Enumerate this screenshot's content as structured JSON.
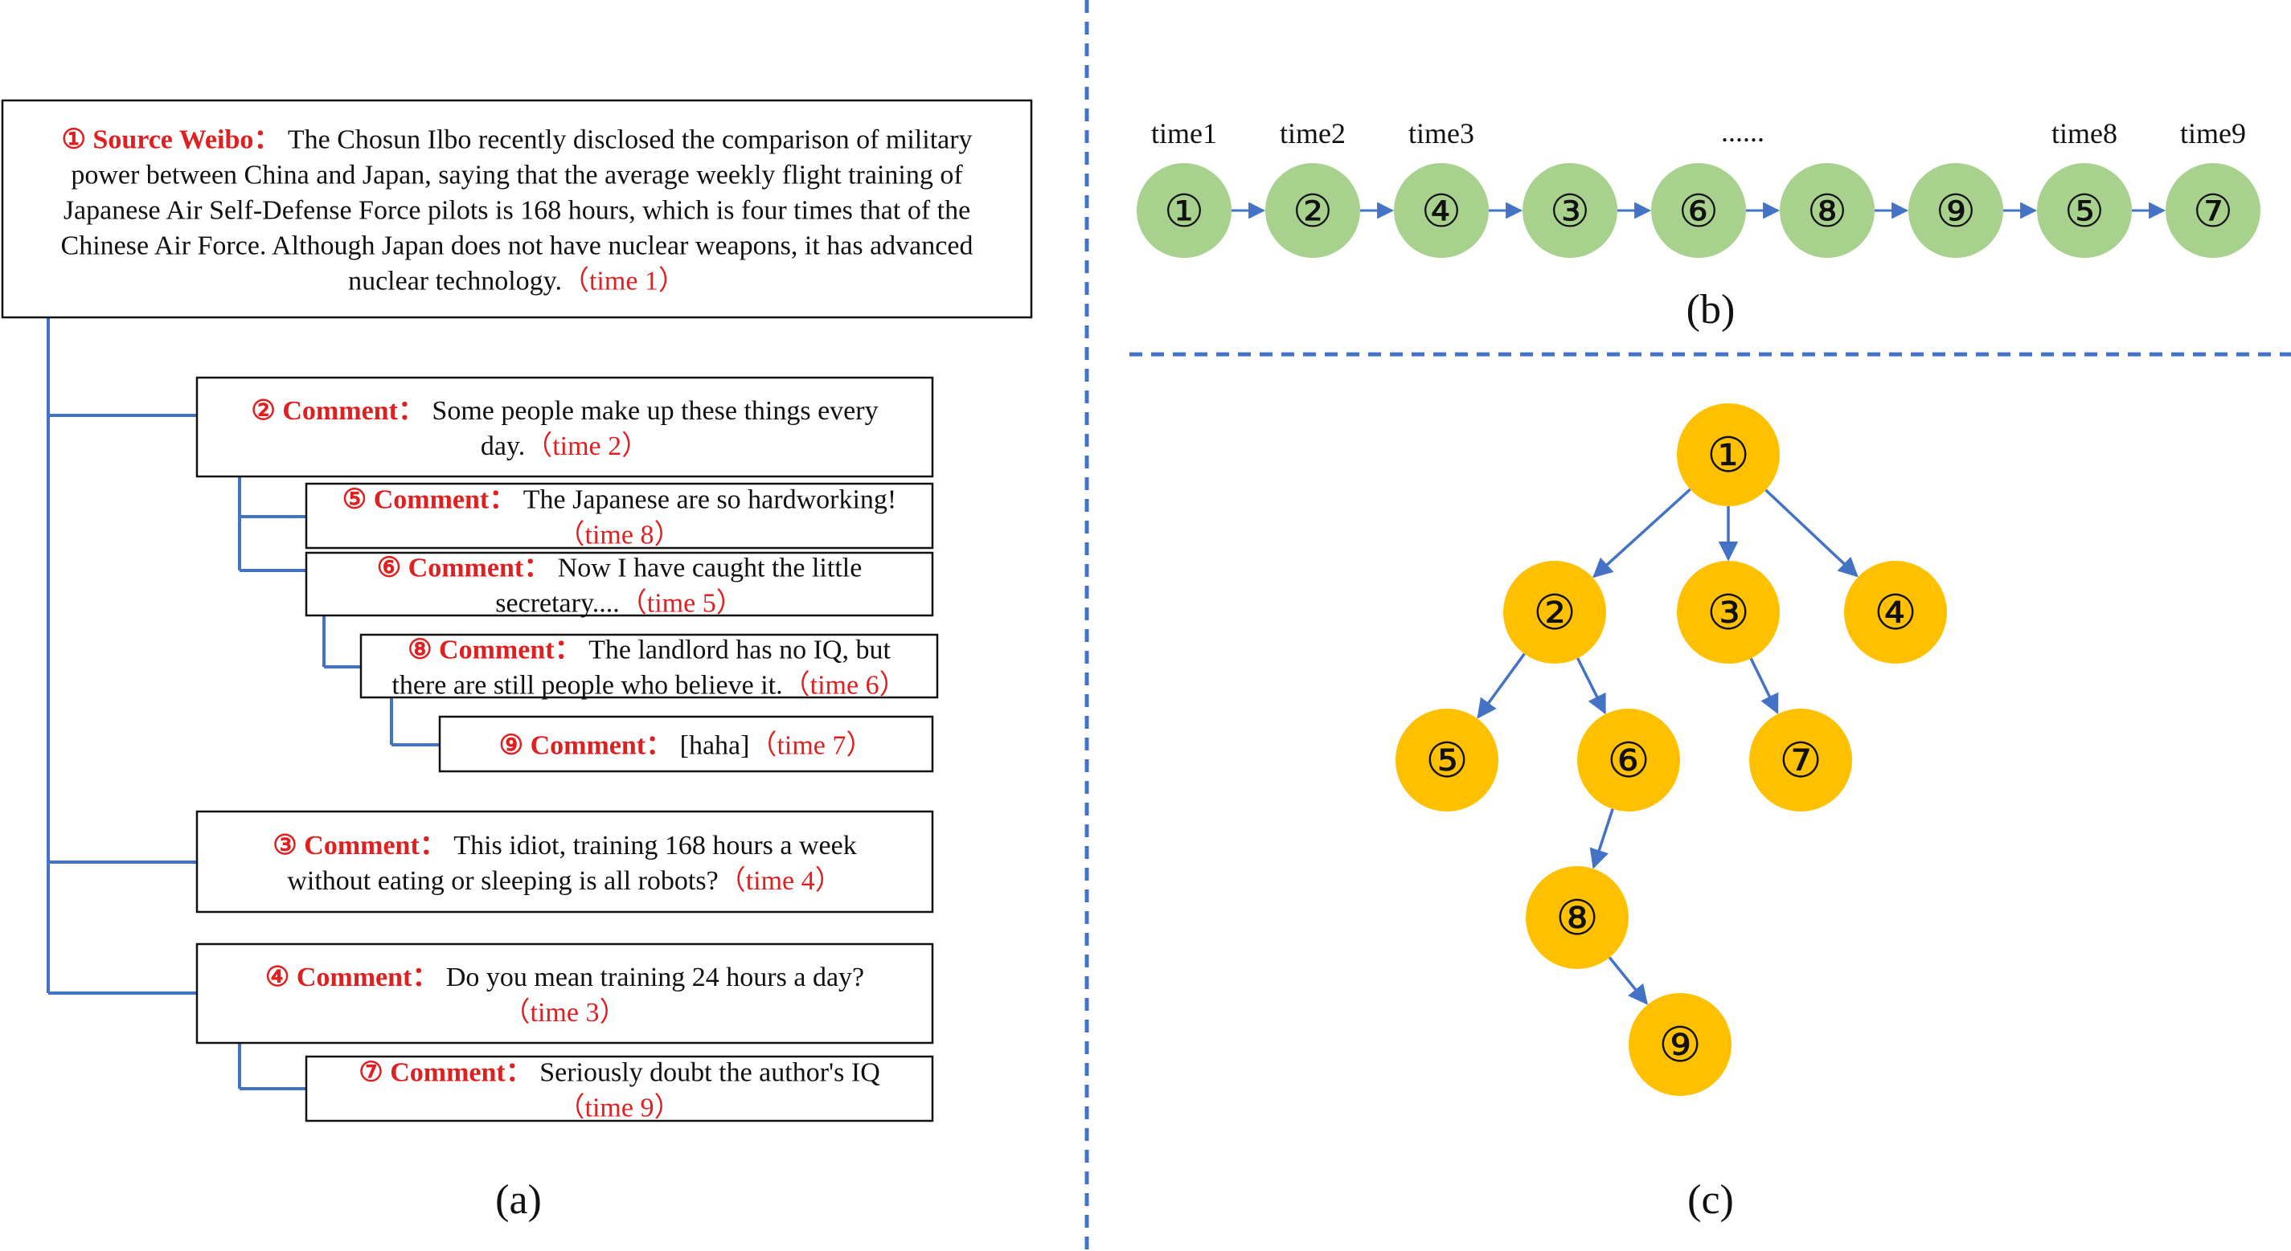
{
  "colors": {
    "line_blue": "#4472C4",
    "label_red": "#E02020",
    "green_node": "#A9D18E",
    "gold_node": "#FFC000",
    "text": "#111111"
  },
  "panel_a": {
    "caption": "(a)",
    "posts": [
      {
        "id": "1",
        "marker": "①",
        "label": "Source Weibo：",
        "lines": [
          "The Chosun Ilbo recently disclosed the comparison of military",
          "power between China and Japan, saying that the average weekly flight training of",
          "Japanese Air Self-Defense Force pilots is 168 hours, which is four times that of the",
          "Chinese Air Force. Although Japan does not have nuclear weapons, it has advanced",
          "nuclear technology."
        ],
        "time": "（time 1）"
      },
      {
        "id": "2",
        "marker": "②",
        "label": "Comment：",
        "lines": [
          "Some people make up these things every",
          "day."
        ],
        "time": "（time 2）"
      },
      {
        "id": "5",
        "marker": "⑤",
        "label": "Comment：",
        "lines": [
          "The Japanese are so hardworking!"
        ],
        "time": "（time 8）"
      },
      {
        "id": "6",
        "marker": "⑥",
        "label": "Comment：",
        "lines": [
          "Now I have caught the little",
          "secretary...."
        ],
        "time": "（time 5）"
      },
      {
        "id": "8",
        "marker": "⑧",
        "label": "Comment：",
        "lines": [
          "The landlord has no IQ, but",
          "there are still people who believe it."
        ],
        "time": "（time 6）"
      },
      {
        "id": "9",
        "marker": "⑨",
        "label": "Comment：",
        "lines": [
          "[haha]"
        ],
        "time": "（time 7）"
      },
      {
        "id": "3",
        "marker": "③",
        "label": "Comment：",
        "lines": [
          "This idiot, training 168 hours a week",
          "without eating or sleeping is all robots?"
        ],
        "time": "（time 4）"
      },
      {
        "id": "4",
        "marker": "④",
        "label": "Comment：",
        "lines": [
          "Do you mean training 24 hours a day?"
        ],
        "time": "（time 3）"
      },
      {
        "id": "7",
        "marker": "⑦",
        "label": "Comment：",
        "lines": [
          "Seriously doubt the author's IQ"
        ],
        "time": "（time 9）"
      }
    ]
  },
  "panel_b": {
    "caption": "(b)",
    "ellipsis": "......",
    "sequence": [
      {
        "node": "①",
        "time": "time1"
      },
      {
        "node": "②",
        "time": "time2"
      },
      {
        "node": "④",
        "time": "time3"
      },
      {
        "node": "③",
        "time": ""
      },
      {
        "node": "⑥",
        "time": ""
      },
      {
        "node": "⑧",
        "time": ""
      },
      {
        "node": "⑨",
        "time": ""
      },
      {
        "node": "⑤",
        "time": "time8"
      },
      {
        "node": "⑦",
        "time": "time9"
      }
    ]
  },
  "panel_c": {
    "caption": "(c)",
    "nodes": [
      {
        "id": "1",
        "label": "①"
      },
      {
        "id": "2",
        "label": "②"
      },
      {
        "id": "3",
        "label": "③"
      },
      {
        "id": "4",
        "label": "④"
      },
      {
        "id": "5",
        "label": "⑤"
      },
      {
        "id": "6",
        "label": "⑥"
      },
      {
        "id": "7",
        "label": "⑦"
      },
      {
        "id": "8",
        "label": "⑧"
      },
      {
        "id": "9",
        "label": "⑨"
      }
    ],
    "edges": [
      {
        "from": "1",
        "to": "2"
      },
      {
        "from": "1",
        "to": "3"
      },
      {
        "from": "1",
        "to": "4"
      },
      {
        "from": "2",
        "to": "5"
      },
      {
        "from": "2",
        "to": "6"
      },
      {
        "from": "3",
        "to": "7"
      },
      {
        "from": "6",
        "to": "8"
      },
      {
        "from": "8",
        "to": "9"
      }
    ]
  }
}
